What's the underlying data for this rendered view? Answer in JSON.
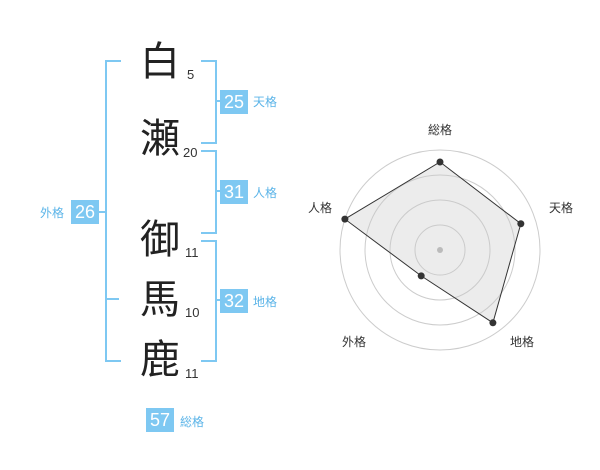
{
  "name_chars": [
    {
      "char": "白",
      "strokes": "5"
    },
    {
      "char": "瀬",
      "strokes": "20"
    },
    {
      "char": "御",
      "strokes": "11"
    },
    {
      "char": "馬",
      "strokes": "10"
    },
    {
      "char": "鹿",
      "strokes": "11"
    }
  ],
  "kaku": {
    "tenkaku": {
      "value": "25",
      "label": "天格"
    },
    "jinkaku": {
      "value": "31",
      "label": "人格"
    },
    "chikaku": {
      "value": "32",
      "label": "地格"
    },
    "gaikaku": {
      "value": "26",
      "label": "外格"
    },
    "soukaku": {
      "value": "57",
      "label": "総格"
    }
  },
  "colors": {
    "accent": "#7ec8f2",
    "accent_text": "#5bb4e8"
  },
  "chart_data": {
    "type": "radar",
    "axes": [
      "総格",
      "天格",
      "地格",
      "外格",
      "人格"
    ],
    "rings": 4,
    "values": [
      0.88,
      0.85,
      0.9,
      0.32,
      1.0
    ]
  }
}
